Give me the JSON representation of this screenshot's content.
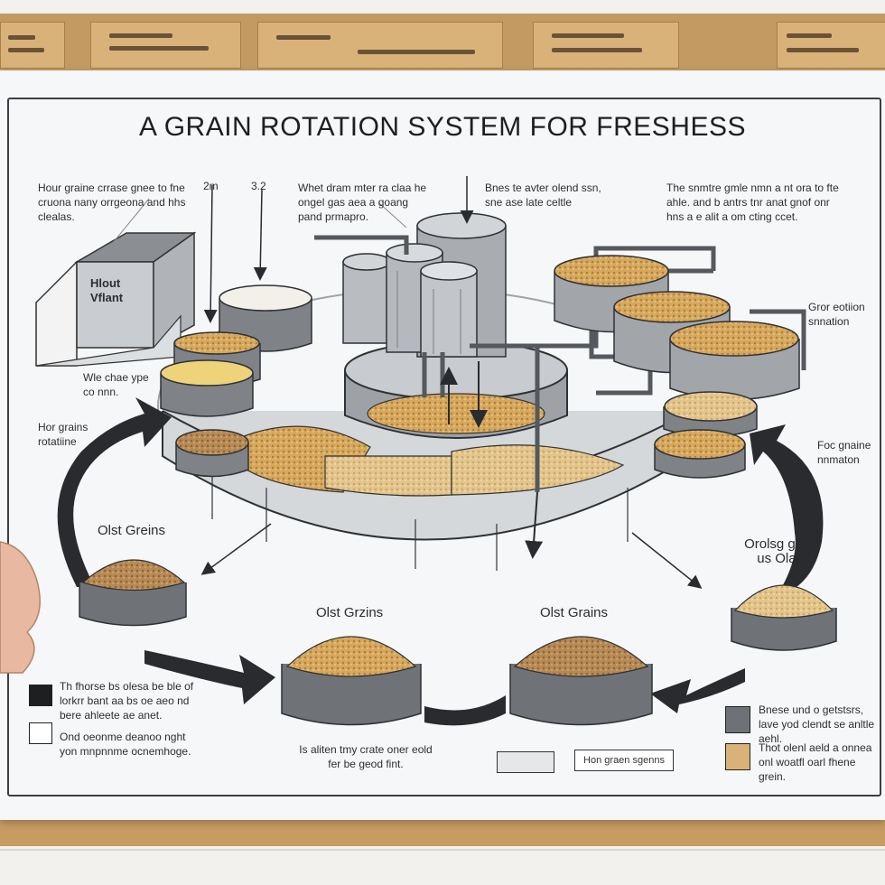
{
  "title": "A GRAIN ROTATION SYSTEM FOR FRESHESS",
  "building_label": "Hlout Vflant",
  "notes": {
    "top_left": "Hour graine crrase gnee to fne cruona nany orrgeona and hhs clealas.",
    "top_mid_a": "2m",
    "top_mid_b": "3.2",
    "top_center": "Whet dram mter ra claa he ongel gas aea a goang pand prmapro.",
    "top_center_right": "Bnes te avter olend ssn, sne ase late celtle",
    "top_right": "The snmtre gmle nmn a nt ora to fte ahle. and b antrs tnr anat gnof onr hns a e alit a om cting ccet.",
    "left_mid": "Wle chae ype co nnn.",
    "left_rotation": "Hor grains rotatiine",
    "right_top": "Gror eotiion snnation",
    "right_rotation": "Foc gnaine nnmaton",
    "right_bowl": "Orolsg gins us Olat",
    "olest_left": "Olst Greins",
    "olest_center_left": "Olst Grzins",
    "olest_center_right": "Olst Grains",
    "bottom_center": "Is aliten tmy crate oner eold fer be geod fint."
  },
  "legend_left": {
    "entry1": "Th fhorse bs olesa be ble of lorkrr bant aa bs oe aeo nd bere ahleete ae anet.",
    "entry2": "Ond oeonme deanoo nght yon mnpnnme ocnemhoge."
  },
  "legend_right": {
    "entry1": "Bnese und o getstsrs, lave yod clendt se anltle aehl.",
    "entry2": "Thot olenl aeld a onnea onl woatfl oarl fhene grein."
  },
  "buttons": {
    "plain_box": "",
    "legend_btn": "Hon graen sgenns"
  },
  "colors": {
    "grain_dark": "#b78a55",
    "grain_light": "#e7c98f",
    "grain_yellow": "#eed37a",
    "bin_gray": "#8d9196",
    "arrow": "#2a2b2e"
  }
}
